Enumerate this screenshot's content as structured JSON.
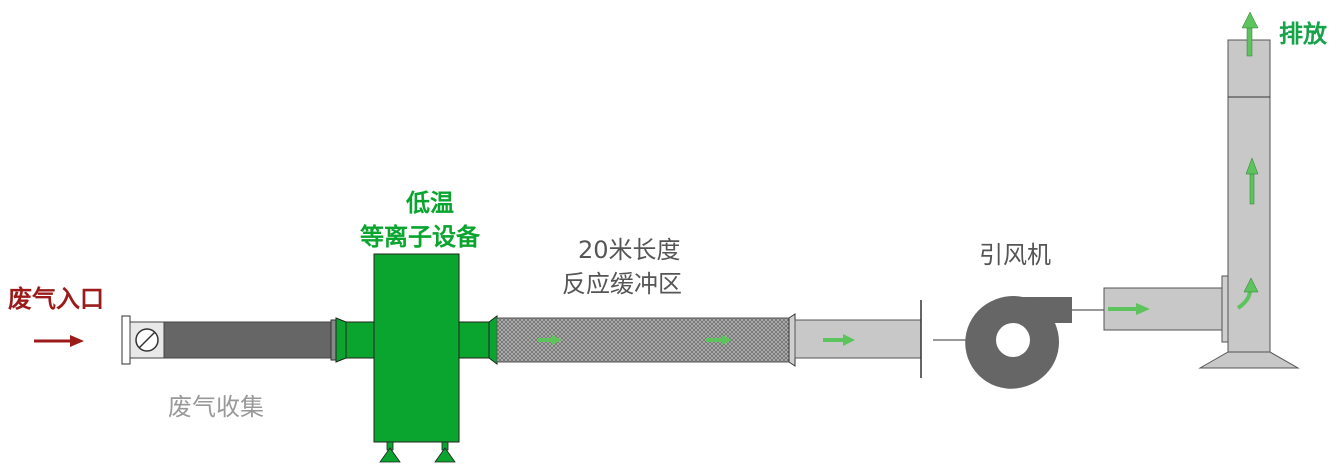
{
  "labels": {
    "inlet": "废气入口",
    "collection": "废气收集",
    "plasma_line1": "低温",
    "plasma_line2": "等离子设备",
    "buffer_line1": "20米长度",
    "buffer_line2": "反应缓冲区",
    "fan": "引风机",
    "exhaust": "排放"
  },
  "colors": {
    "inlet_red": "#9b1b1b",
    "equipment_green": "#0aa52e",
    "flow_arrow_green": "#5dc35d",
    "label_green": "#16a34a",
    "collection_gray": "#999999",
    "duct_dark": "#666666",
    "duct_light": "#c8c8c8",
    "mesh": "#8a8a8a"
  },
  "icons": {
    "damper": "damper-valve-icon",
    "fan": "centrifugal-fan-icon",
    "flow": "flow-arrow-icon"
  }
}
